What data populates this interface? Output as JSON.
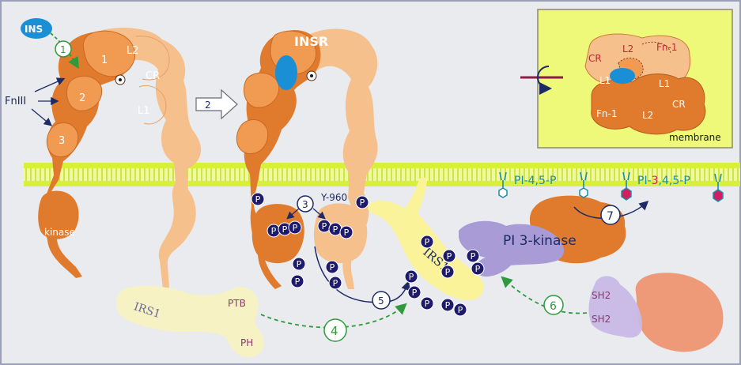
{
  "colors": {
    "background": "#e9ebef",
    "receptor_dark": "#e07a2c",
    "receptor_mid": "#f09a52",
    "receptor_light": "#f6c08c",
    "insulin": "#1a8fd6",
    "membrane": "#d8f03c",
    "phosphate": "#1e1a6e",
    "irs1_pale": "#f7f2c4",
    "irs1_active": "#fbf39a",
    "pi3k": "#a99cd6",
    "sh2_protein": "#c8b9e6",
    "sh2_partner": "#ee9a78",
    "step_green": "#2e9a3c",
    "arrow_navy": "#1d2a66"
  },
  "labels": {
    "ins": "INS",
    "fniii": "FnIII",
    "domain_1": "1",
    "domain_2": "2",
    "domain_3": "3",
    "l2": "L2",
    "cr": "CR",
    "l1": "L1",
    "kinase": "kinase",
    "insr": "INSR",
    "y960": "Y-960",
    "irs1": "IRS1",
    "ptb": "PTB",
    "ph": "PH",
    "pi3_kinase": "PI 3-kinase",
    "pi45p": "PI-4,5-P",
    "pi345p_prefix": "PI-",
    "pi345p_3": "3",
    "pi345p_suffix": ",4,5-P",
    "sh2": "SH2",
    "phospho": "P",
    "membrane": "membrane",
    "inset_cr": "CR",
    "inset_l2": "L2",
    "inset_fn1": "Fn-1",
    "inset_l1": "L1"
  },
  "steps": {
    "s1": "1",
    "s2": "2",
    "s3": "3",
    "s4": "4",
    "s5": "5",
    "s6": "6",
    "s7": "7"
  }
}
